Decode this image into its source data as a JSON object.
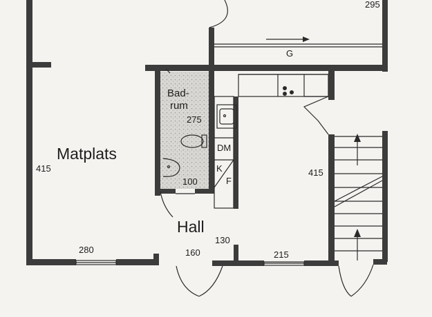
{
  "rooms": {
    "matplats": "Matplats",
    "hall": "Hall",
    "bad_line1": "Bad-",
    "bad_line2": "rum",
    "garage": "G"
  },
  "dimensions": {
    "top_right": "295",
    "matplats_height": "415",
    "bad_width": "275",
    "bad_small": "100",
    "hall_height": "130",
    "stair_height": "415",
    "window_left": "280",
    "door_front": "160",
    "window_right": "215"
  },
  "fixtures": {
    "dm": "DM",
    "k": "K",
    "f": "F"
  }
}
